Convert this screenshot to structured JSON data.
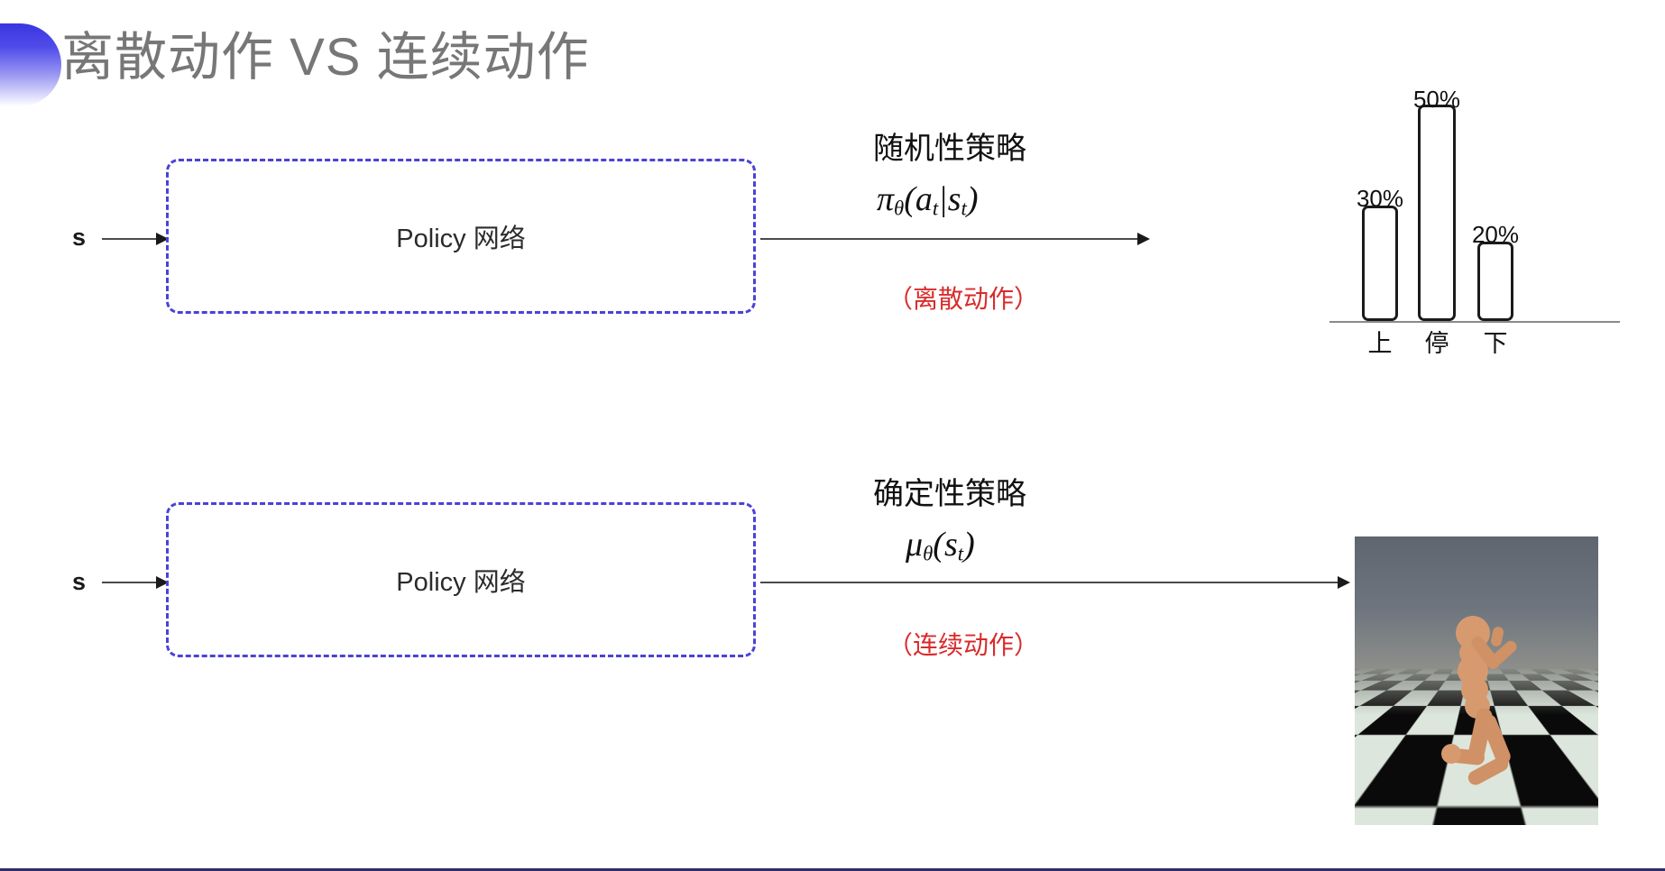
{
  "slide": {
    "title": "离散动作 VS 连续动作",
    "bullet_color": "#3a36e0",
    "background": "#ffffff"
  },
  "rows": [
    {
      "id": "discrete",
      "state_label": "s",
      "box_label": "Policy 网络",
      "box_border_color": "#4b42d6",
      "policy_kind": "随机性策略",
      "formula_plain": "πθ(at|st)",
      "formula_pi": "π",
      "formula_theta": "θ",
      "formula_open": "(",
      "formula_a": "a",
      "formula_t1": "t",
      "formula_bar": "|",
      "formula_s": "s",
      "formula_t2": "t",
      "formula_close": ")",
      "note": "（离散动作）",
      "note_color": "#d92b2b"
    },
    {
      "id": "continuous",
      "state_label": "s",
      "box_label": "Policy 网络",
      "box_border_color": "#4b42d6",
      "policy_kind": "确定性策略",
      "formula_plain": "μθ(st)",
      "formula_mu": "μ",
      "formula_theta": "θ",
      "formula_open": "(",
      "formula_s": "s",
      "formula_t": "t",
      "formula_close": ")",
      "note": "（连续动作）",
      "note_color": "#d92b2b"
    }
  ],
  "chart_data": {
    "type": "bar",
    "title": "",
    "xlabel": "",
    "ylabel": "",
    "categories": [
      "上",
      "停",
      "下"
    ],
    "values": [
      30,
      50,
      20
    ],
    "value_labels": [
      "30%",
      "50%",
      "20%"
    ],
    "ylim": [
      0,
      60
    ],
    "grid": false,
    "legend": null,
    "bar_fill": "#ffffff",
    "bar_stroke": "#1b1b1b",
    "axis_color": "#8a8a8a"
  },
  "humanoid": {
    "caption": "",
    "sky_color": "#6b737c",
    "floor_light": "#dce6dc",
    "floor_dark": "#0a0a0a",
    "body_color": "#d79a6e"
  }
}
